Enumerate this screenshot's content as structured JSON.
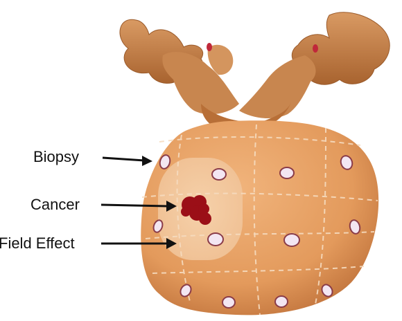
{
  "labels": {
    "biopsy": "Biopsy",
    "cancer": "Cancer",
    "field_effect": "Field Effect"
  },
  "colors": {
    "organ_fill": "#e9a266",
    "organ_shadow": "#c97a3f",
    "field_zone": "#f2c49a",
    "vesicle": "#c98c58",
    "vesicle_dark": "#a4622f",
    "cancer": "#9b0f17",
    "biopsy_core": "#f3e6f2",
    "arrow": "#111111"
  },
  "icons": [
    "prostate-organ",
    "seminal-vesicles",
    "biopsy-core",
    "cancer-lesion",
    "arrow"
  ]
}
